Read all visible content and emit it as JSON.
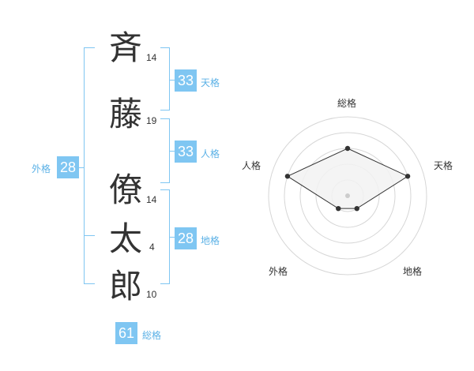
{
  "name": {
    "chars": [
      {
        "char": "斉",
        "strokes": "14"
      },
      {
        "char": "藤",
        "strokes": "19"
      },
      {
        "char": "僚",
        "strokes": "14"
      },
      {
        "char": "太",
        "strokes": "4"
      },
      {
        "char": "郎",
        "strokes": "10"
      }
    ]
  },
  "kakaku": {
    "tenkaku": {
      "value": "33",
      "label": "天格"
    },
    "jinkaku": {
      "value": "33",
      "label": "人格"
    },
    "chikaku": {
      "value": "28",
      "label": "地格"
    },
    "gaikaku": {
      "value": "28",
      "label": "外格"
    },
    "soukaku": {
      "value": "61",
      "label": "総格"
    }
  },
  "chart_data": {
    "type": "radar",
    "axes": [
      "総格",
      "天格",
      "地格",
      "外格",
      "人格"
    ],
    "values": [
      3,
      4,
      1,
      1,
      4
    ],
    "max": 5,
    "rings": 5,
    "fill_color": "#f2f2f2",
    "line_color": "#333333",
    "ring_color": "#d6d6d6"
  },
  "colors": {
    "accent": "#7fc6f2",
    "accent_text": "#5bb1e6"
  }
}
